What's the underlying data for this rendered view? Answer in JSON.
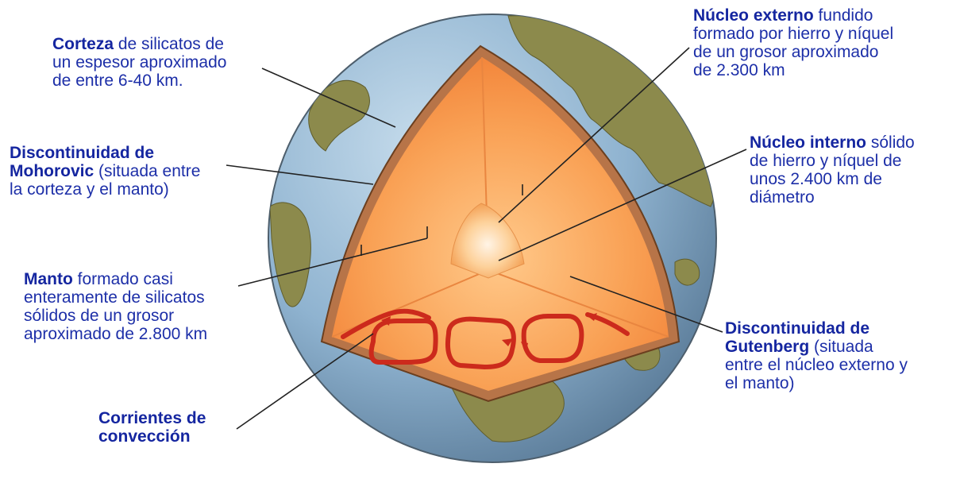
{
  "labels": {
    "corteza": {
      "bold": "Corteza",
      "line1": " de silicatos de",
      "line2": "un espesor aproximado",
      "line3": "de entre 6-40 km."
    },
    "mohorovic": {
      "bold1": "Discontinuidad de",
      "bold2": "Mohorovic",
      "line2": " (situada entre",
      "line3": "la corteza y el manto)"
    },
    "manto": {
      "bold": "Manto",
      "line1": " formado casi",
      "line2": "enteramente de silicatos",
      "line3": "sólidos de un grosor",
      "line4": "aproximado de 2.800 km"
    },
    "corrientes": {
      "bold1": "Corrientes de",
      "bold2": "convección"
    },
    "nucleo_externo": {
      "bold": "Núcleo externo",
      "line1": " fundido",
      "line2": "formado por hierro y níquel",
      "line3": "de un grosor aproximado",
      "line4": "de  2.300 km"
    },
    "nucleo_interno": {
      "bold": "Núcleo interno",
      "line1": " sólido",
      "line2": "de hierro y níquel de",
      "line3": "unos 2.400 km de",
      "line4": "diámetro"
    },
    "gutenberg": {
      "bold1": "Discontinuidad de",
      "bold2": "Gutenberg",
      "line2": " (situada",
      "line3": "entre el núcleo externo y",
      "line4": "el manto)"
    }
  },
  "colors": {
    "label_text": "#1d2fa8",
    "ocean": "#8fb3d0",
    "land": "#8c8a4c",
    "crust": "#b77448",
    "mantle": "#f58a3a",
    "outer_core": "#fbb75f",
    "inner_core": "#fdd9a3",
    "convection": "#cc2a1c"
  },
  "icons": [
    "earth-globe-icon",
    "convection-arrow-icon"
  ]
}
